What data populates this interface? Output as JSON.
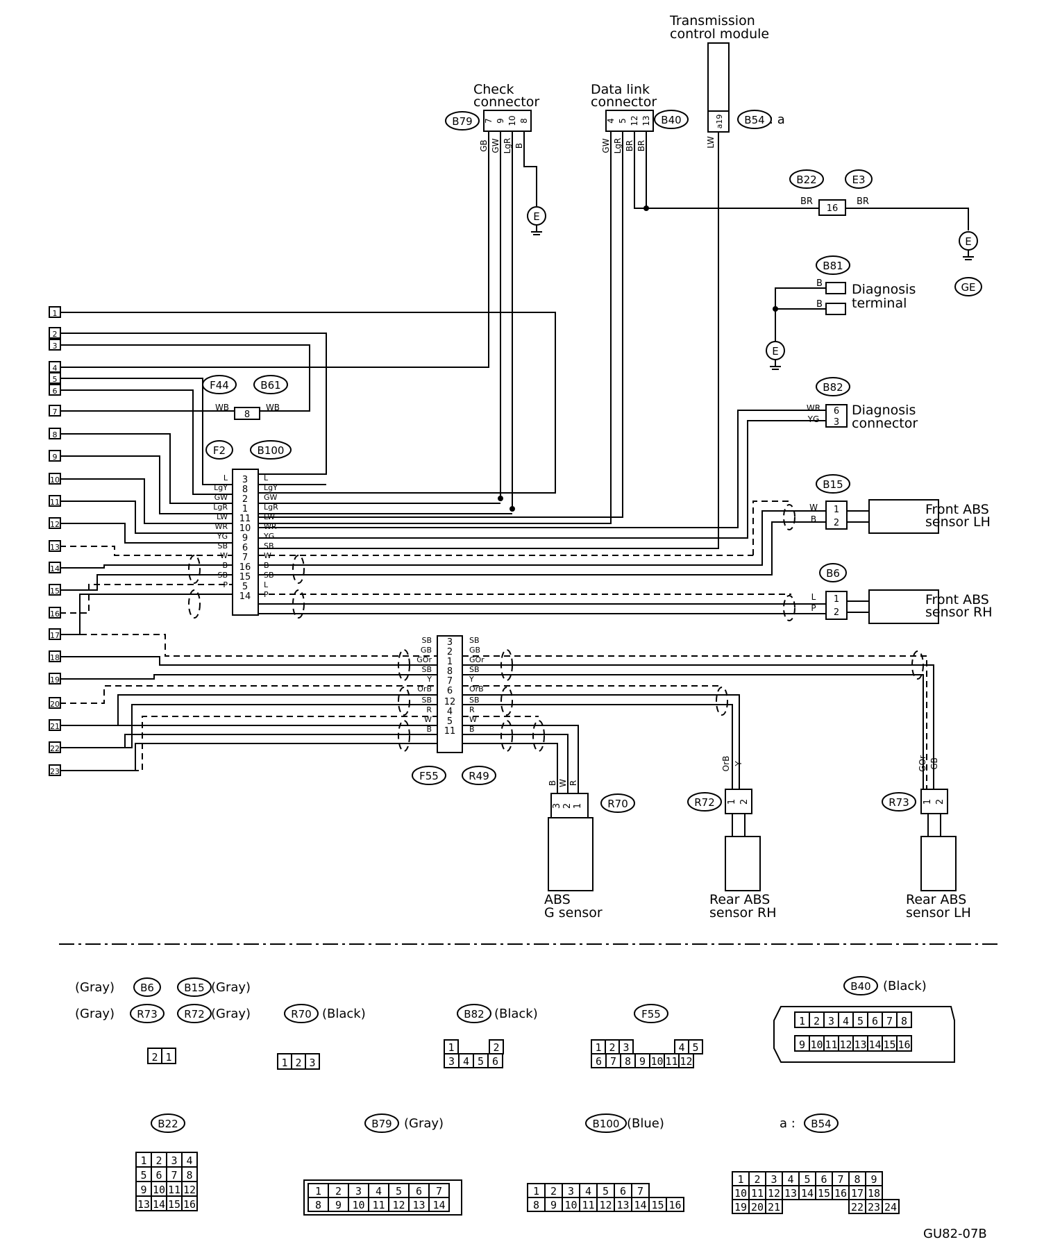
{
  "labels": {
    "tcm": [
      "Transmission",
      "control module"
    ],
    "check": [
      "Check",
      "connector"
    ],
    "dlc": [
      "Data link",
      "connector"
    ],
    "diag_terminal": [
      "Diagnosis",
      "terminal"
    ],
    "diag_connector": [
      "Diagnosis",
      "connector"
    ],
    "front_lh": [
      "Front ABS",
      "sensor LH"
    ],
    "front_rh": [
      "Front ABS",
      "sensor RH"
    ],
    "g_sensor": [
      "ABS",
      "G sensor"
    ],
    "rear_rh": [
      "Rear ABS",
      "sensor RH"
    ],
    "rear_lh": [
      "Rear ABS",
      "sensor LH"
    ],
    "b54_suffix": ": a",
    "drawing_id": "GU82-07B"
  },
  "connectors": {
    "B79": "B79",
    "B40": "B40",
    "B54": "B54",
    "B22": "B22",
    "E3": "E3",
    "B81": "B81",
    "B82": "B82",
    "F44": "F44",
    "B61": "B61",
    "F2": "F2",
    "B100": "B100",
    "B15": "B15",
    "B6": "B6",
    "F55": "F55",
    "R49": "R49",
    "R70": "R70",
    "R72": "R72",
    "R73": "R73"
  },
  "grounds": {
    "e": "E",
    "ge": "GE"
  },
  "wire_numbers": [
    "1",
    "2",
    "3",
    "4",
    "5",
    "6",
    "7",
    "8",
    "9",
    "10",
    "11",
    "12",
    "13",
    "14",
    "15",
    "16",
    "17",
    "18",
    "19",
    "20",
    "21",
    "22",
    "23"
  ],
  "check_pins": [
    "7",
    "9",
    "10",
    "8"
  ],
  "check_wires": [
    "GB",
    "GW",
    "LgR",
    "B"
  ],
  "dlc_pins": [
    "4",
    "5",
    "12",
    "13"
  ],
  "dlc_wires": [
    "GW",
    "LgR",
    "BR",
    "BR"
  ],
  "tcm_pin": "a19",
  "tcm_wire": "LW",
  "b22_pin": "16",
  "b22_wire": "BR",
  "b81_wire": "B",
  "b82_pins": [
    "6",
    "3"
  ],
  "b82_wires": [
    "WR",
    "YG"
  ],
  "f44_pin": "8",
  "f44_wire": "WB",
  "f2_pins": [
    "3",
    "8",
    "2",
    "1",
    "11",
    "10",
    "9",
    "6",
    "7",
    "16",
    "15",
    "5",
    "14"
  ],
  "f2_left": [
    "L",
    "LgY",
    "GW",
    "LgR",
    "LW",
    "WR",
    "YG",
    "SB",
    "W",
    "B",
    "SB",
    "P",
    ""
  ],
  "f2_right": [
    "L",
    "LgY",
    "GW",
    "LgR",
    "LW",
    "WR",
    "YG",
    "SB",
    "W",
    "B",
    "SB",
    "L",
    "P"
  ],
  "sensor_pins": [
    "1",
    "2"
  ],
  "b15_wires": [
    "W",
    "B"
  ],
  "b6_wires": [
    "L",
    "P"
  ],
  "f55_pins": [
    "3",
    "2",
    "1",
    "8",
    "7",
    "6",
    "12",
    "4",
    "5",
    "11"
  ],
  "f55_left": [
    "SB",
    "GB",
    "GOr",
    "SB",
    "Y",
    "OrB",
    "SB",
    "R",
    "W",
    "B"
  ],
  "f55_right": [
    "SB",
    "GB",
    "GOr",
    "SB",
    "Y",
    "OrB",
    "SB",
    "R",
    "W",
    "B"
  ],
  "r70_pins": [
    "3",
    "2",
    "1"
  ],
  "r70_wires": [
    "B",
    "W",
    "R"
  ],
  "r72_wires": [
    "OrB",
    "Y"
  ],
  "r73_wires": [
    "GOr",
    "GB"
  ],
  "views": {
    "gray": "(Gray)",
    "black": "(Black)",
    "blue": "(Blue)",
    "prefix_a": "a :",
    "v21": [
      "2",
      "1"
    ],
    "v123": [
      "1",
      "2",
      "3"
    ],
    "b82_view": [
      "1",
      "2",
      "3",
      "4",
      "5",
      "6"
    ],
    "f55_top": [
      "1",
      "2",
      "3",
      "4",
      "5"
    ],
    "f55_bot": [
      "6",
      "7",
      "8",
      "9",
      "10",
      "11",
      "12"
    ],
    "b40_top": [
      "1",
      "2",
      "3",
      "4",
      "5",
      "6",
      "7",
      "8"
    ],
    "b40_bot": [
      "9",
      "10",
      "11",
      "12",
      "13",
      "14",
      "15",
      "16"
    ],
    "b22_rows": [
      [
        "1",
        "2",
        "3",
        "4"
      ],
      [
        "5",
        "6",
        "7",
        "8"
      ],
      [
        "9",
        "10",
        "11",
        "12"
      ],
      [
        "13",
        "14",
        "15",
        "16"
      ]
    ],
    "b79_top": [
      "1",
      "2",
      "3",
      "4",
      "5",
      "6",
      "7"
    ],
    "b79_bot": [
      "8",
      "9",
      "10",
      "11",
      "12",
      "13",
      "14"
    ],
    "b100_top": [
      "1",
      "2",
      "3",
      "4",
      "5",
      "6",
      "7"
    ],
    "b100_bot": [
      "8",
      "9",
      "10",
      "11",
      "12",
      "13",
      "14",
      "15",
      "16"
    ],
    "b54_r1": [
      "1",
      "2",
      "3",
      "4",
      "5",
      "6",
      "7",
      "8",
      "9"
    ],
    "b54_r2": [
      "10",
      "11",
      "12",
      "13",
      "14",
      "15",
      "16",
      "17",
      "18"
    ],
    "b54_r3": [
      "19",
      "20",
      "21",
      "22",
      "23",
      "24"
    ]
  }
}
